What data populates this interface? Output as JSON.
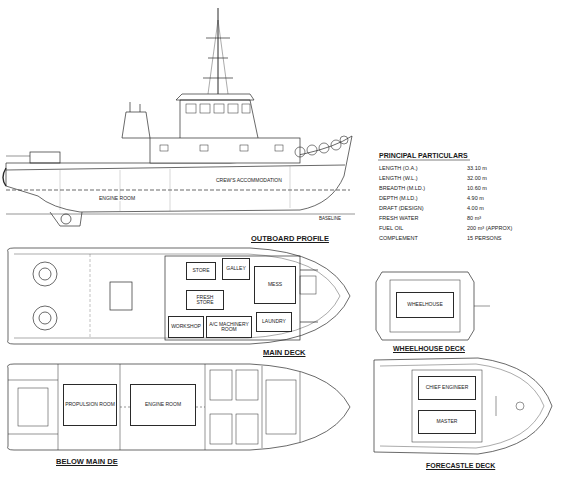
{
  "diagram": {
    "nodes": [
      {
        "text": [
          "STORE"
        ]
      },
      {
        "text": [
          "GALLEY"
        ]
      },
      {
        "text": [
          "MESS"
        ]
      },
      {
        "text": [
          "FRESH STORE"
        ]
      },
      {
        "text": [
          "WORKSHOP"
        ]
      },
      {
        "text": [
          "A/C MACHINERY ROOM"
        ]
      },
      {
        "text": [
          "LAUNDRY"
        ]
      },
      {
        "text": [
          "WHEELHOUSE"
        ]
      },
      {
        "text": [
          "PROPULSION ROOM"
        ]
      },
      {
        "text": [
          "ENGINE ROOM"
        ]
      },
      {
        "text": [
          "CHIEF ENGINEER"
        ]
      },
      {
        "text": [
          "MASTER"
        ]
      }
    ],
    "labels": [
      "OUTBOARD PROFILE",
      "MAIN DECK",
      "WHEELHOUSE DECK",
      "BELOW MAIN DE",
      "FORECASTLE DECK",
      "PRINCIPAL PARTICULARS",
      "LENGTH (O.A.)",
      "33.10 m",
      "LENGTH (W.L.)",
      "32.00 m",
      "BREADTH (M.LD.)",
      "10.60 m",
      "DEPTH (M.LD.)",
      "4.90 m",
      "DRAFT (DESIGN)",
      "4.00 m",
      "FRESH WATER",
      "80 m³",
      "FUEL OIL",
      "200 m³ (APPROX)",
      "COMPLEMENT",
      "15 PERSONS",
      "ENGINE ROOM",
      "CREW'S ACCOMMODATION",
      "BASELINE"
    ]
  }
}
